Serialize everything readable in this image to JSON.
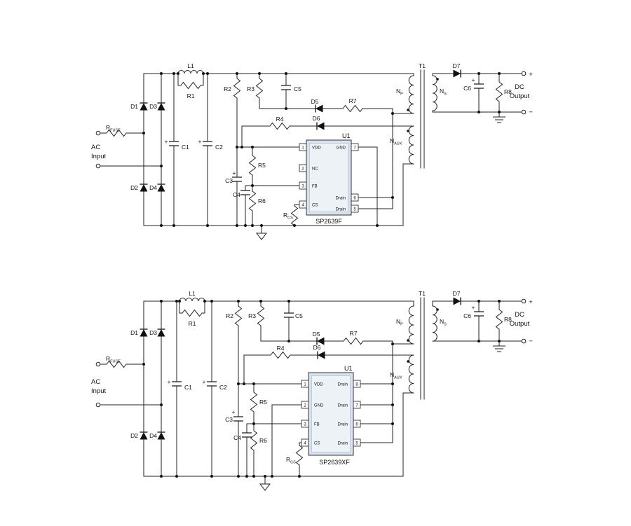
{
  "common": {
    "plus": "+",
    "minus": "−",
    "ac_line1": "AC",
    "ac_line2": "Input",
    "dc_line1": "DC",
    "dc_line2": "Output",
    "refs": {
      "d1": "D1",
      "d2": "D2",
      "d3": "D3",
      "d4": "D4",
      "d5": "D5",
      "d6": "D6",
      "d7": "D7",
      "r1": "R1",
      "r2": "R2",
      "r3": "R3",
      "r4": "R4",
      "r5": "R5",
      "r6": "R6",
      "r7": "R7",
      "r8": "R8",
      "c1": "C1",
      "c2": "C2",
      "c3": "C3",
      "c4": "C4",
      "c5": "C5",
      "c6": "C6",
      "l1": "L1",
      "t1": "T1",
      "rfuse": {
        "main": "R",
        "sub": "FUSE"
      },
      "rcs": {
        "main": "R",
        "sub": "CS"
      },
      "np": {
        "main": "N",
        "sub": "P"
      },
      "ns": {
        "main": "N",
        "sub": "S"
      },
      "naux": {
        "main": "N",
        "sub": "AUX"
      }
    }
  },
  "circuit_top": {
    "ic_ref": "U1",
    "part": "SP2639F",
    "pins_left": [
      {
        "n": "1",
        "label": "VDD"
      },
      {
        "n": "2",
        "label": "NC"
      },
      {
        "n": "3",
        "label": "FB"
      },
      {
        "n": "4",
        "label": "CS"
      }
    ],
    "pins_right": [
      {
        "n": "7",
        "label": "GND"
      },
      {
        "n": "6",
        "label": "Drain"
      },
      {
        "n": "5",
        "label": "Drain"
      }
    ]
  },
  "circuit_bottom": {
    "ic_ref": "U1",
    "part": "SP2639XF",
    "pins_left": [
      {
        "n": "1",
        "label": "VDD"
      },
      {
        "n": "2",
        "label": "GND"
      },
      {
        "n": "3",
        "label": "FB"
      },
      {
        "n": "4",
        "label": "CS"
      }
    ],
    "pins_right": [
      {
        "n": "8",
        "label": "Drain"
      },
      {
        "n": "7",
        "label": "Drain"
      },
      {
        "n": "6",
        "label": "Drain"
      },
      {
        "n": "5",
        "label": "Drain"
      }
    ]
  }
}
